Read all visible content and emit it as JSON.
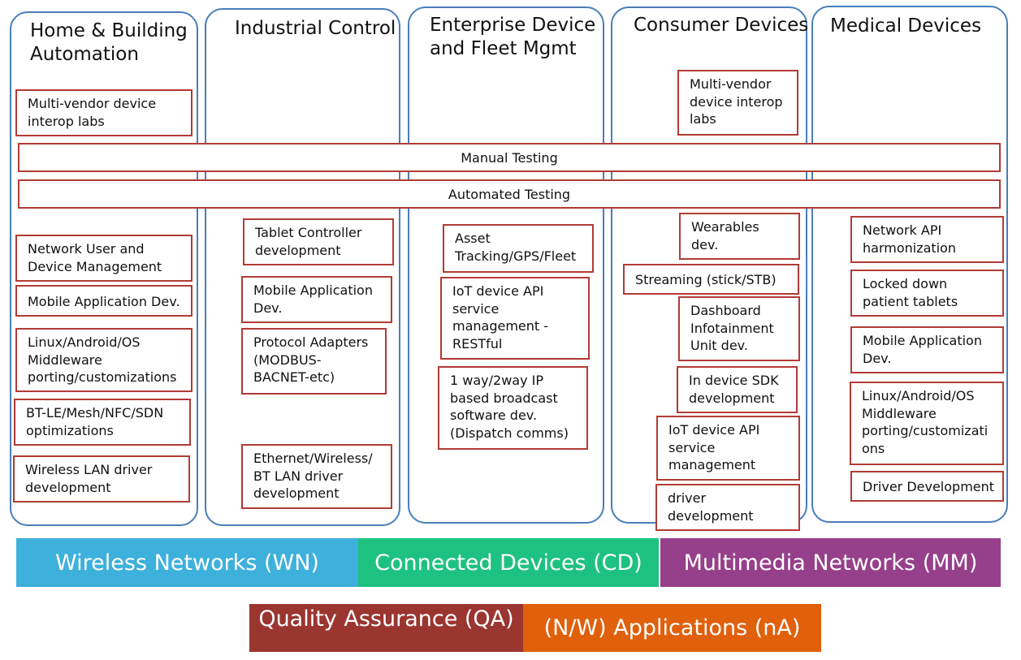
{
  "columns": [
    {
      "id": "home",
      "title": "Home & Building\nAutomation"
    },
    {
      "id": "industrial",
      "title": "Industrial Control"
    },
    {
      "id": "enterprise",
      "title": "Enterprise Device\nand Fleet Mgmt"
    },
    {
      "id": "consumer",
      "title": "Consumer Devices"
    },
    {
      "id": "medical",
      "title": "Medical Devices"
    }
  ],
  "bands": {
    "manual": "Manual Testing",
    "automated": "Automated Testing"
  },
  "boxes": {
    "home_interop": "Multi-vendor device\ninterop labs",
    "home_network_user": "Network User and\nDevice Management",
    "home_mobile_app": "Mobile Application Dev.",
    "home_linux": "Linux/Android/OS\nMiddleware\nporting/customizations",
    "home_bt": "BT-LE/Mesh/NFC/SDN\noptimizations",
    "home_wlan": "Wireless LAN driver\ndevelopment",
    "ind_tablet": "Tablet Controller\ndevelopment",
    "ind_mobile_app": "Mobile Application\nDev.",
    "ind_protocol": "Protocol Adapters\n(MODBUS-\nBACNET-etc)",
    "ind_ethernet": "Ethernet/Wireless/\nBT LAN driver\ndevelopment",
    "ent_asset": "Asset\nTracking/GPS/Fleet",
    "ent_iot_api": "IoT device API\nservice\nmanagement -\nRESTful",
    "ent_broadcast": "1 way/2way IP\nbased broadcast\nsoftware dev.\n(Dispatch comms)",
    "con_interop": "Multi-vendor\ndevice interop\nlabs",
    "con_wearables": "Wearables\ndev.",
    "con_streaming": "Streaming (stick/STB)",
    "con_dashboard": "Dashboard\nInfotainment\nUnit dev.",
    "con_sdk": "In device SDK\ndevelopment",
    "con_iot_api": "IoT device API\nservice\nmanagement",
    "con_driver": "driver\ndevelopment",
    "med_network_api": "Network API\nharmonization",
    "med_locked": "Locked down\npatient tablets",
    "med_mobile_app": "Mobile Application\nDev.",
    "med_linux": "Linux/Android/OS\nMiddleware\nporting/customizati\nons",
    "med_driver": "Driver Development"
  },
  "groups": {
    "wn": {
      "label": "Wireless Networks (WN)",
      "color": "#3db0dc"
    },
    "cd": {
      "label": "Connected Devices (CD)",
      "color": "#1ec280"
    },
    "mm": {
      "label": "Multimedia Networks (MM)",
      "color": "#963f8a"
    },
    "qa": {
      "label": "Quality Assurance (QA)",
      "color": "#9b3530"
    },
    "na": {
      "label": "(N/W) Applications (nA)",
      "color": "#e0600b"
    }
  }
}
